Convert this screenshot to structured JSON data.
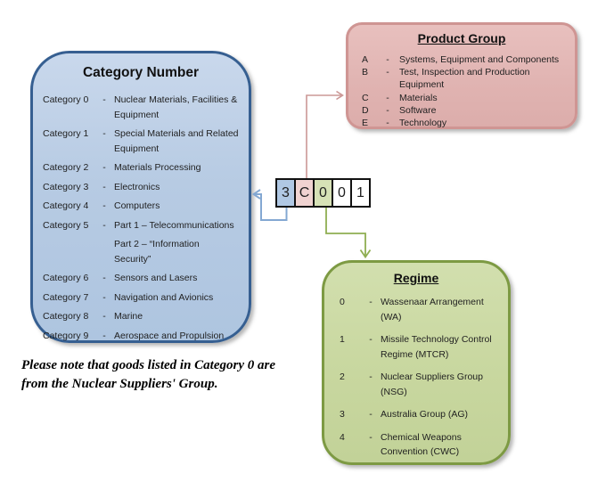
{
  "category_box": {
    "title": "Category Number",
    "dash": "-",
    "items": [
      {
        "label": "Category 0",
        "desc": "Nuclear Materials, Facilities & Equipment"
      },
      {
        "label": "Category 1",
        "desc": "Special Materials and Related Equipment"
      },
      {
        "label": "Category 2",
        "desc": "Materials Processing"
      },
      {
        "label": "Category 3",
        "desc": "Electronics"
      },
      {
        "label": "Category 4",
        "desc": "Computers"
      },
      {
        "label": "Category 5",
        "desc": "Part 1 – Telecommunications"
      },
      {
        "label": "",
        "desc": "Part 2 – “Information Security”"
      },
      {
        "label": "Category 6",
        "desc": "Sensors and Lasers"
      },
      {
        "label": "Category 7",
        "desc": "Navigation and Avionics"
      },
      {
        "label": "Category 8",
        "desc": "Marine"
      },
      {
        "label": "Category 9",
        "desc": "Aerospace and Propulsion"
      }
    ]
  },
  "product_box": {
    "title": "Product Group",
    "dash": "-",
    "items": [
      {
        "label": "A",
        "desc": "Systems, Equipment and Components"
      },
      {
        "label": "B",
        "desc": "Test, Inspection and Production Equipment"
      },
      {
        "label": "C",
        "desc": "Materials"
      },
      {
        "label": "D",
        "desc": "Software"
      },
      {
        "label": "E",
        "desc": "Technology"
      }
    ]
  },
  "regime_box": {
    "title": "Regime",
    "dash": "-",
    "items": [
      {
        "label": "0",
        "desc": "Wassenaar Arrangement (WA)"
      },
      {
        "label": "1",
        "desc": "Missile Technology Control Regime (MTCR)"
      },
      {
        "label": "2",
        "desc": "Nuclear Suppliers Group (NSG)"
      },
      {
        "label": "3",
        "desc": "Australia Group (AG)"
      },
      {
        "label": "4",
        "desc": "Chemical Weapons Convention (CWC)"
      }
    ]
  },
  "code": {
    "cells": [
      "3",
      "C",
      "0",
      "0",
      "1"
    ]
  },
  "note": "Please note that goods listed in Category 0 are from the Nuclear Suppliers' Group.",
  "colors": {
    "category_fill": "#b7cbe3",
    "category_border": "#365f91",
    "product_fill": "#e0b3b1",
    "product_border": "#cf9593",
    "regime_fill": "#c8d79f",
    "regime_border": "#7d9a43",
    "cell_blue": "#b0c8e4",
    "cell_pink": "#f0d3d1",
    "cell_green": "#d6e1b6",
    "arrow_blue": "#84a8d2",
    "arrow_pink": "#cb9896",
    "arrow_green": "#8fae52",
    "text": "#1f1f1f"
  }
}
